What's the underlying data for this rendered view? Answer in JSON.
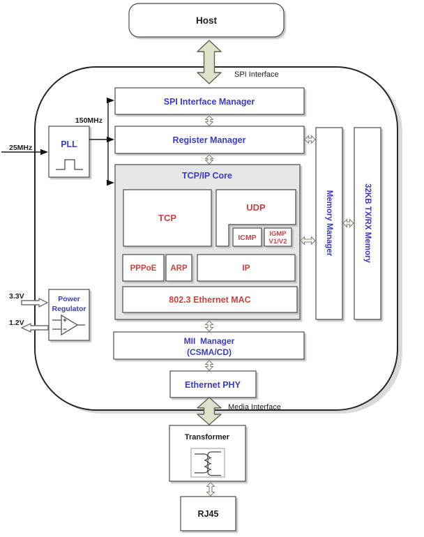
{
  "host": {
    "label": "Host"
  },
  "interfaces": {
    "spi": "SPI Interface",
    "media": "Media Interface"
  },
  "clock": {
    "input": "25MHz",
    "pll": "PLL",
    "output": "150MHz"
  },
  "power": {
    "v_in": "3.3V",
    "v_out": "1.2V",
    "line1": "Power",
    "line2": "Regulator"
  },
  "blocks": {
    "spi_manager": "SPI Interface Manager",
    "register_manager": "Register Manager",
    "core_title": "TCP/IP Core",
    "tcp": "TCP",
    "udp": "UDP",
    "icmp": "ICMP",
    "igmp_line1": "IGMP",
    "igmp_line2": "V1/V2",
    "pppoe": "PPPoE",
    "arp": "ARP",
    "ip": "IP",
    "mac": "802.3 Ethernet MAC",
    "mii_line1": "MII  Manager",
    "mii_line2": "(CSMA/CD)",
    "phy": "Ethernet PHY",
    "memory_manager": "Memory Manager",
    "memory": "32KB TX/RX Memory",
    "transformer": "Transformer",
    "rj45": "RJ45"
  },
  "colors": {
    "blue": "#3a3ac8",
    "red": "#cf4040",
    "core": "#e6e6e6",
    "arrow_fill": "#e0e2cb",
    "arrow_stroke": "#5f6150"
  }
}
